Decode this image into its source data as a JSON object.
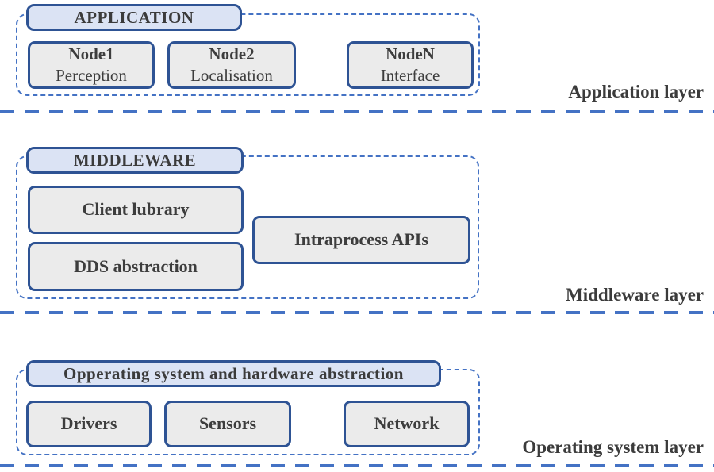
{
  "colors": {
    "header_fill": "#dbe3f4",
    "box_fill": "#ebebeb",
    "box_border": "#2e5394",
    "dashed_blue": "#4472c4",
    "text": "#3b3b3b"
  },
  "layers": [
    {
      "id": "application",
      "header": "APPLICATION",
      "label": "Application layer",
      "boxes": [
        {
          "title": "Node1",
          "subtitle": "Perception"
        },
        {
          "title": "Node2",
          "subtitle": "Localisation"
        },
        {
          "title": "NodeN",
          "subtitle": "Interface"
        }
      ]
    },
    {
      "id": "middleware",
      "header": "MIDDLEWARE",
      "label": "Middleware layer",
      "boxes": [
        {
          "title": "Client lubrary"
        },
        {
          "title": "DDS abstraction"
        },
        {
          "title": "Intraprocess APIs"
        }
      ]
    },
    {
      "id": "operating-system",
      "header": "Opperating system and hardware abstraction",
      "label": "Operating system layer",
      "boxes": [
        {
          "title": "Drivers"
        },
        {
          "title": "Sensors"
        },
        {
          "title": "Network"
        }
      ]
    }
  ]
}
